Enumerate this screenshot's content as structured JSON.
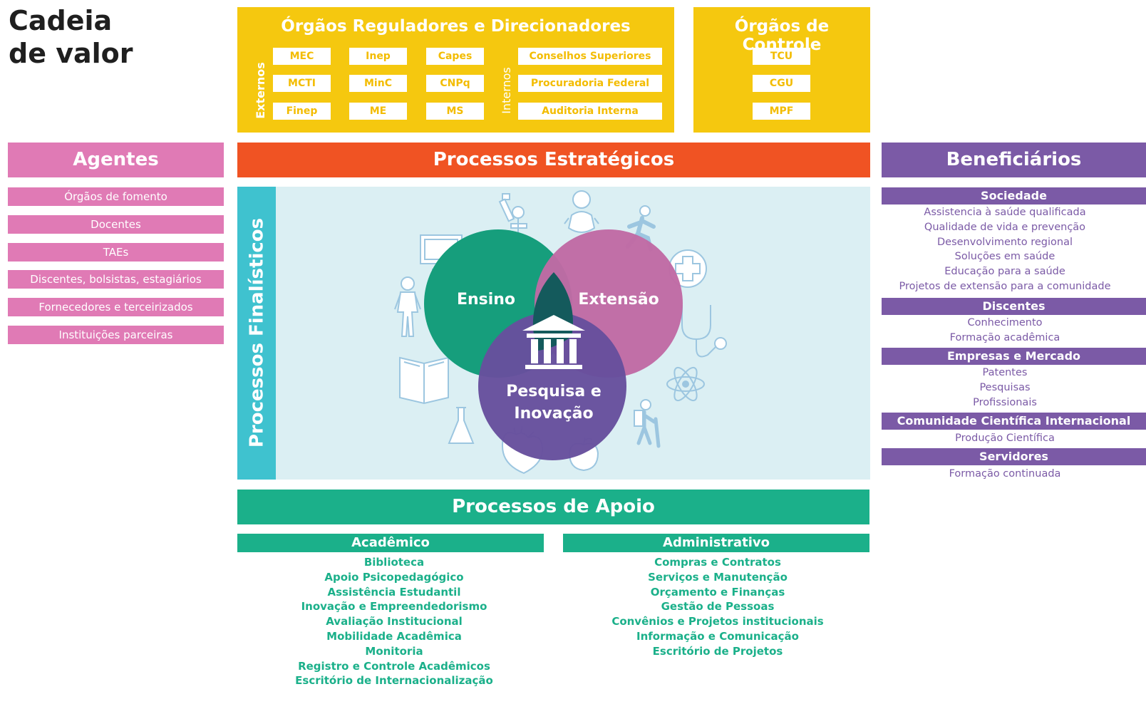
{
  "title": "Cadeia\nde valor",
  "reguladores": {
    "title": "Órgãos Reguladores e Direcionadores",
    "externos_label": "Externos",
    "internos_label": "Internos",
    "externos": [
      "MEC",
      "Inep",
      "Capes",
      "MCTI",
      "MinC",
      "CNPq",
      "Finep",
      "ME",
      "MS"
    ],
    "internos": [
      "Conselhos Superiores",
      "Procuradoria Federal",
      "Auditoria Interna"
    ]
  },
  "controle": {
    "title": "Órgãos de Controle",
    "items": [
      "TCU",
      "CGU",
      "MPF"
    ]
  },
  "agentes": {
    "title": "Agentes",
    "items": [
      "Órgãos de fomento",
      "Docentes",
      "TAEs",
      "Discentes, bolsistas, estagiários",
      "Fornecedores e terceirizados",
      "Instituições parceiras"
    ]
  },
  "estrategicos": {
    "title": "Processos Estratégicos"
  },
  "finalisticos": {
    "title": "Processos Finalísticos",
    "circles": [
      "Ensino",
      "Extensão",
      "Pesquisa e\nInovação"
    ]
  },
  "apoio": {
    "title": "Processos de Apoio",
    "academico": {
      "title": "Acadêmico",
      "items": [
        "Biblioteca",
        "Apoio Psicopedagógico",
        "Assistência Estudantil",
        "Inovação e Empreendedorismo",
        "Avaliação Institucional",
        "Mobilidade Acadêmica",
        "Monitoria",
        "Registro e Controle Acadêmicos",
        "Escritório de Internacionalização"
      ]
    },
    "administrativo": {
      "title": "Administrativo",
      "items": [
        "Compras e Contratos",
        "Serviços e Manutenção",
        "Orçamento e Finanças",
        "Gestão de Pessoas",
        "Convênios e Projetos institucionais",
        "Informação e Comunicação",
        "Escritório de Projetos"
      ]
    }
  },
  "beneficiarios": {
    "title": "Beneficiários",
    "groups": [
      {
        "title": "Sociedade",
        "items": [
          "Assistencia à saúde qualificada",
          "Qualidade de vida e prevenção",
          "Desenvolvimento regional",
          "Soluções em saúde",
          "Educação para a saúde",
          "Projetos de extensão para a comunidade"
        ]
      },
      {
        "title": "Discentes",
        "items": [
          "Conhecimento",
          "Formação acadêmica"
        ]
      },
      {
        "title": "Empresas e Mercado",
        "items": [
          "Patentes",
          "Pesquisas",
          "Profissionais"
        ]
      },
      {
        "title": "Comunidade Científica Internacional",
        "items": [
          "Produção Científica"
        ]
      },
      {
        "title": "Servidores",
        "items": [
          "Formação continuada"
        ]
      }
    ]
  },
  "colors": {
    "yellow": "#f5c80f",
    "pink": "#e07ab5",
    "orange": "#f05323",
    "purple": "#7b5aa6",
    "teal": "#3fc2cf",
    "green": "#1bb08a",
    "light_blue": "#dbeff3",
    "ensino": "#169e7c",
    "extensao": "#c06aa4",
    "pesquisa": "#67509d"
  },
  "icons": [
    "microscope-icon",
    "baby-icon",
    "runner-icon",
    "monitor-icon",
    "medical-cross-icon",
    "woman-icon",
    "stethoscope-icon",
    "book-icon",
    "atom-icon",
    "flask-icon",
    "heart-icon",
    "apple-icon",
    "hiker-icon",
    "institution-icon"
  ]
}
